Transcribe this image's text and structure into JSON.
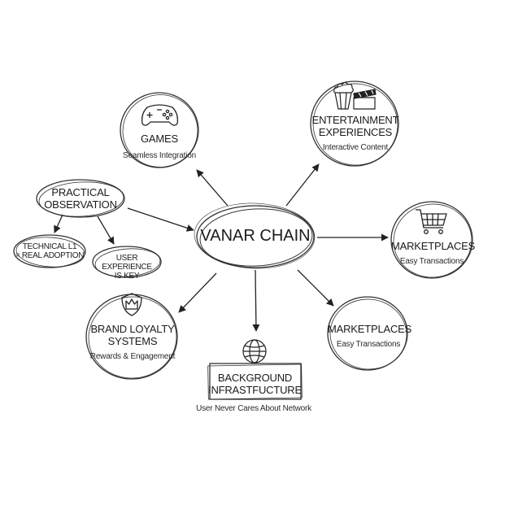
{
  "center": {
    "label": "VANAR CHAIN"
  },
  "nodes": {
    "games": {
      "title": "GAMES",
      "subtitle": "Seamless Integration",
      "icon": "gamepad-icon"
    },
    "entertainment": {
      "title_line1": "ENTERTAINMENT",
      "title_line2": "EXPERIENCES",
      "subtitle": "Interactive Content",
      "icon": "popcorn-clapperboard-icon"
    },
    "marketplaces_right": {
      "title": "MARKETPLACES",
      "subtitle": "Easy Transactions",
      "icon": "shopping-cart-icon"
    },
    "marketplaces_lower": {
      "title": "MARKETPLACES",
      "subtitle": "Easy Transactions"
    },
    "brand_loyalty": {
      "title_line1": "BRAND LOYALTY",
      "title_line2": "SYSTEMS",
      "subtitle": "Rewards & Engagement",
      "icon": "crown-shield-icon"
    },
    "background": {
      "title_line1": "BACKGROUND",
      "title_line2": "INFRASTFUCTURE",
      "subtitle": "User Never Cares About Network",
      "icon": "globe-icon"
    },
    "practical": {
      "title_line1": "PRACTICAL",
      "title_line2": "OBSERVATION"
    },
    "technical": {
      "line1": "TECHNICAL L1",
      "line2": "= REAL ADOPTION"
    },
    "user_experience": {
      "line1": "USER EXPERIENCE",
      "line2": "IS KEY"
    }
  }
}
